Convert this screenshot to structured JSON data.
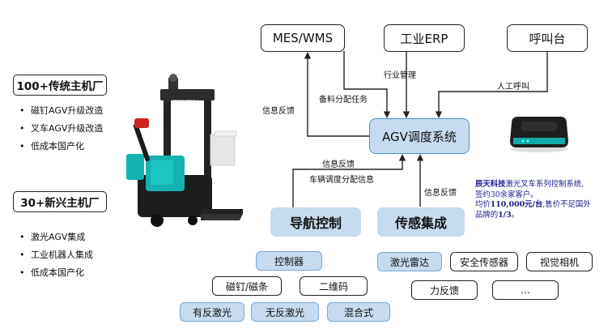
{
  "left": {
    "group1": {
      "title": "100+传统主机厂",
      "items": [
        "磁钉AGV升级改造",
        "叉车AGV升级改造",
        "低成本国产化"
      ]
    },
    "group2": {
      "title": "30+新兴主机厂",
      "items": [
        "激光AGV集成",
        "工业机器人集成",
        "低成本国产化"
      ]
    }
  },
  "top": {
    "mes": "MES/WMS",
    "erp": "工业ERP",
    "call": "呼叫台"
  },
  "center": {
    "agv": "AGV调度系统",
    "nav": "导航控制",
    "sensor": "传感集成"
  },
  "edge_labels": {
    "info_feedback_left": "信息反馈",
    "material_task": "备料分配任务",
    "industry_mgmt": "行业管理",
    "manual_call": "人工呼叫",
    "info_feedback_mid": "信息反馈",
    "vehicle_dispatch": "车辆调度分配信息",
    "info_feedback_right": "信息反馈"
  },
  "nav_items": [
    "控制器",
    "磁钉/磁条",
    "二维码",
    "有反激光",
    "无反激光",
    "混合式"
  ],
  "sensor_items": [
    "激光雷达",
    "安全传感器",
    "视觉相机",
    "力反馈",
    "…"
  ],
  "note": {
    "company": "辰天科技",
    "line1_rest": "激光叉车系列控制系统,",
    "line2": "签约30余家客户。",
    "line3_pre": "均价",
    "price": "110,000元/台",
    "line3_post": ",售价不足国外",
    "line4_pre": "品牌的",
    "ratio": "1/3",
    "line4_post": "。"
  },
  "forklift_brand": "STEELTECH"
}
